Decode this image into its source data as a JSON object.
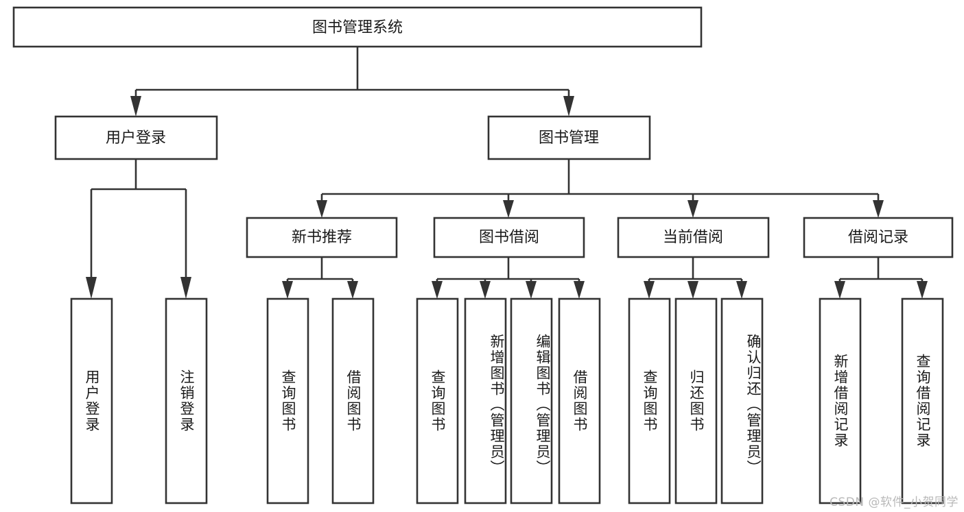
{
  "diagram": {
    "title": "图书管理系统",
    "type": "tree-hierarchy-diagram",
    "watermark": "CSDN @软件_小贺同学",
    "colors": {
      "background": "#ffffff",
      "box_stroke": "#333333",
      "box_fill": "#ffffff",
      "text": "#1a1a1a",
      "watermark": "#b9b9b9"
    },
    "root": {
      "label": "图书管理系统",
      "orientation": "horizontal"
    },
    "level2": [
      {
        "label": "用户登录",
        "orientation": "horizontal"
      },
      {
        "label": "图书管理",
        "orientation": "horizontal"
      }
    ],
    "level3": [
      {
        "label": "新书推荐",
        "orientation": "horizontal"
      },
      {
        "label": "图书借阅",
        "orientation": "horizontal"
      },
      {
        "label": "当前借阅",
        "orientation": "horizontal"
      },
      {
        "label": "借阅记录",
        "orientation": "horizontal"
      }
    ],
    "leaves": [
      {
        "label": "用户登录",
        "parent": "用户登录"
      },
      {
        "label": "注销登录",
        "parent": "用户登录"
      },
      {
        "label": "查询图书",
        "parent": "新书推荐"
      },
      {
        "label": "借阅图书",
        "parent": "新书推荐"
      },
      {
        "label": "查询图书",
        "parent": "图书借阅"
      },
      {
        "label": "新增图书（管理员）",
        "parent": "图书借阅"
      },
      {
        "label": "编辑图书（管理员）",
        "parent": "图书借阅"
      },
      {
        "label": "借阅图书",
        "parent": "图书借阅"
      },
      {
        "label": "查询图书",
        "parent": "当前借阅"
      },
      {
        "label": "归还图书",
        "parent": "当前借阅"
      },
      {
        "label": "确认归还（管理员）",
        "parent": "当前借阅"
      },
      {
        "label": "新增借阅记录",
        "parent": "借阅记录"
      },
      {
        "label": "查询借阅记录",
        "parent": "借阅记录"
      }
    ]
  }
}
